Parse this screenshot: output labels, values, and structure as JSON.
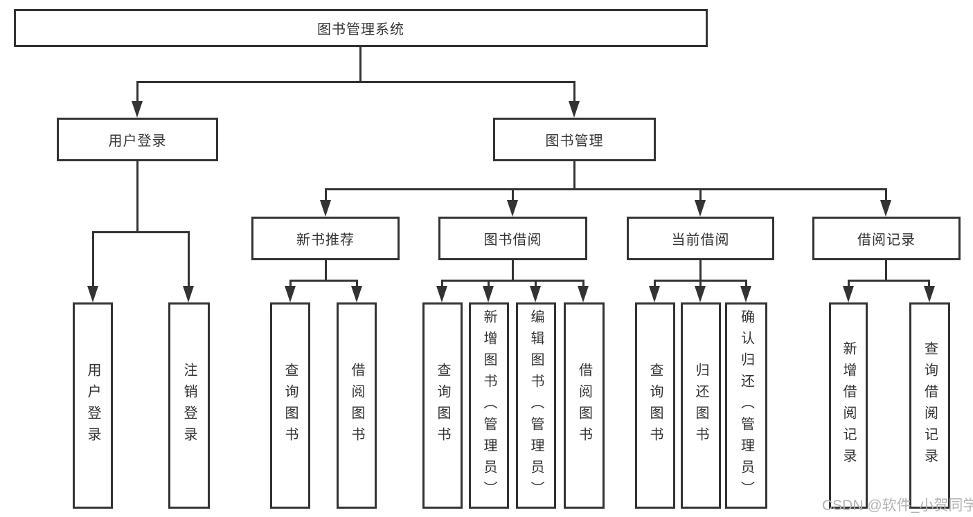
{
  "diagram": {
    "root_label": "图书管理系统",
    "level2": {
      "user_login": {
        "label": "用户登录",
        "children": [
          "用户登录",
          "注销登录"
        ]
      },
      "book_mgmt": {
        "label": "图书管理",
        "sections": {
          "new_book_rec": {
            "label": "新书推荐",
            "children": [
              "查询图书",
              "借阅图书"
            ]
          },
          "book_borrow": {
            "label": "图书借阅",
            "children": [
              "查询图书",
              "新增图书（管理员）",
              "编辑图书（管理员）",
              "借阅图书"
            ]
          },
          "current_borrow": {
            "label": "当前借阅",
            "children": [
              "查询图书",
              "归还图书",
              "确认归还（管理员）"
            ]
          },
          "borrow_record": {
            "label": "借阅记录",
            "children": [
              "新增借阅记录",
              "查询借阅记录"
            ]
          }
        }
      }
    }
  },
  "watermark": {
    "text": "CSDN @软件_小贺同学",
    "color": "#b3b3b3"
  },
  "colors": {
    "line": "#333333",
    "text": "#333333",
    "background": "#ffffff"
  }
}
